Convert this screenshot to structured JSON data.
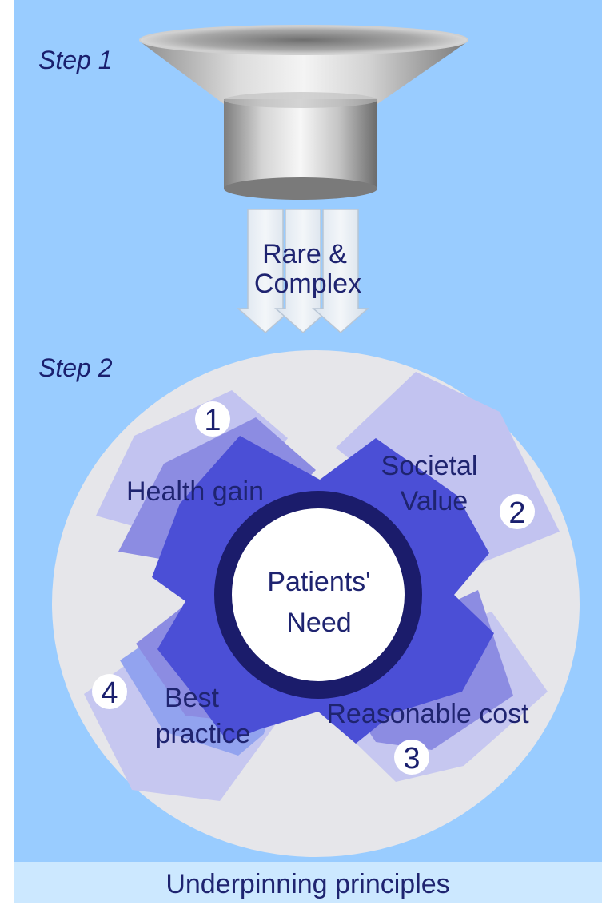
{
  "step1_label": "Step 1",
  "step2_label": "Step 2",
  "funnel_output": {
    "line1": "Rare &",
    "line2": "Complex"
  },
  "center": {
    "line1": "Patients'",
    "line2": "Need"
  },
  "principles": [
    {
      "number": "1",
      "label": "Health gain"
    },
    {
      "number": "2",
      "label_line1": "Societal",
      "label_line2": "Value"
    },
    {
      "number": "3",
      "label": "Reasonable cost"
    },
    {
      "number": "4",
      "label_line1": "Best",
      "label_line2": "practice"
    }
  ],
  "footer": "Underpinning principles",
  "colors": {
    "background": "#99ccff",
    "footer_band": "#cce8ff",
    "disc": "#e6e6ea",
    "cross": "#4b4fd6",
    "ring": "#1b1c6b",
    "text": "#1f2470"
  }
}
